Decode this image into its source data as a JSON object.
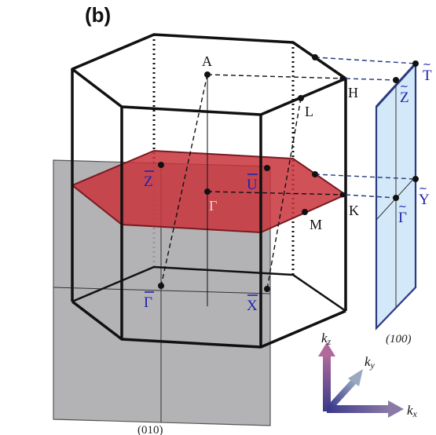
{
  "panel_label": "(b)",
  "points": {
    "A": "A",
    "H": "H",
    "L": "L",
    "K": "K",
    "M": "M",
    "Gamma": "Γ"
  },
  "surface_points_010": {
    "Z": "Z",
    "U": "U",
    "Gamma": "Γ",
    "X": "X",
    "overline": "‾"
  },
  "surface_points_100": {
    "T": "T",
    "Z": "Z",
    "Y": "Y",
    "Gamma": "Γ",
    "tilde": "~"
  },
  "planes": {
    "side": "(010)",
    "right": "(100)"
  },
  "axes": {
    "kz_main": "k",
    "kz_sub": "z",
    "ky_main": "k",
    "ky_sub": "y",
    "kx_main": "k",
    "kx_sub": "x"
  },
  "colors": {
    "red_plane": "#c9323c",
    "gray_plane": "#a9a9ab",
    "blue_plane": "#cfe6f7",
    "blue_text": "#2222aa",
    "kz_arrow": "#7a4a78",
    "kx_arrow": "#6a5a8a"
  }
}
